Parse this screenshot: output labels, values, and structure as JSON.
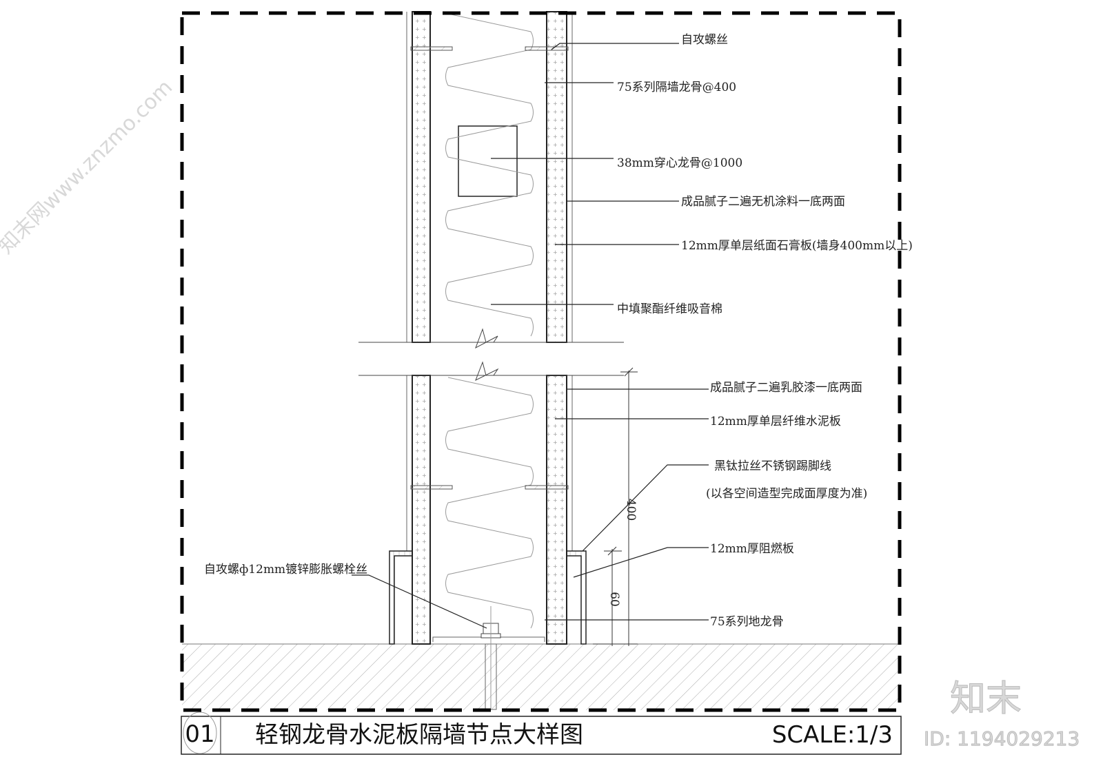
{
  "drawing": {
    "number": "01",
    "title": "轻钢龙骨水泥板隔墙节点大样图",
    "scale": "SCALE:1/3"
  },
  "labels": {
    "screw_top": "自攻螺丝",
    "stud": "75系列隔墙龙骨@400",
    "through_stud": "38mm穿心龙骨@1000",
    "paint_upper": "成品腻子二遍无机涂料一底两面",
    "gypsum": "12mm厚单层纸面石膏板(墙身400mm以上)",
    "insulation": "中填聚酯纤维吸音棉",
    "paint_lower": "成品腻子二遍乳胶漆一底两面",
    "cement_board": "12mm厚单层纤维水泥板",
    "skirting": "黑钛拉丝不锈钢踢脚线",
    "skirting_note": "(以各空间造型完成面厚度为准)",
    "fire_board": "12mm厚阻燃板",
    "anchor": "自攻螺ф12mm镀锌膨胀螺栓丝",
    "floor_track": "75系列地龙骨"
  },
  "dimensions": {
    "upper": "400",
    "lower": "60"
  },
  "watermark": {
    "logo": "知末",
    "id": "ID: 1194029213",
    "site": "知末网www.znzmo.com"
  }
}
